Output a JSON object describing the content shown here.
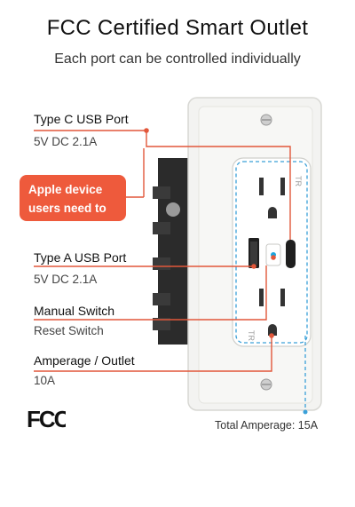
{
  "title": "FCC Certified Smart Outlet",
  "subtitle": "Each port can be controlled individually",
  "labels": {
    "type_c": "Type C USB Port",
    "type_c_spec": "5V DC 2.1A",
    "callout": "Apple device users need to",
    "type_a": "Type A USB Port",
    "type_a_spec": "5V DC 2.1A",
    "manual": "Manual Switch",
    "reset": "Reset Switch",
    "amperage": "Amperage / Outlet",
    "amperage_value": "10A",
    "total": "Total Amperage: 15A"
  },
  "marks": {
    "tr_top": "TR",
    "tr_bottom": "TR",
    "fcc_logo": "FCC"
  },
  "colors": {
    "accent": "#ee5a3c",
    "dashed": "#3aa0d8",
    "plate": "#f2f2f0",
    "housing": "#2b2b2b",
    "led": "#1aa6e0"
  }
}
